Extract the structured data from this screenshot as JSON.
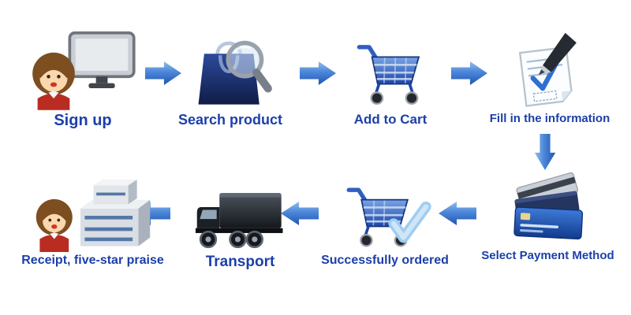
{
  "diagram": {
    "steps": [
      {
        "id": "sign-up",
        "label": "Sign up"
      },
      {
        "id": "search-product",
        "label": "Search product"
      },
      {
        "id": "add-to-cart",
        "label": "Add to Cart"
      },
      {
        "id": "fill-information",
        "label": "Fill in the information"
      },
      {
        "id": "select-payment",
        "label": "Select Payment Method"
      },
      {
        "id": "successfully-ordered",
        "label": "Successfully ordered"
      },
      {
        "id": "transport",
        "label": "Transport"
      },
      {
        "id": "receipt-praise",
        "label": "Receipt, five-star praise"
      }
    ],
    "colors": {
      "label_text": "#1c3faa",
      "arrow_light": "#9cc6ef",
      "arrow_dark": "#1b4fae",
      "background": "#ffffff"
    }
  }
}
